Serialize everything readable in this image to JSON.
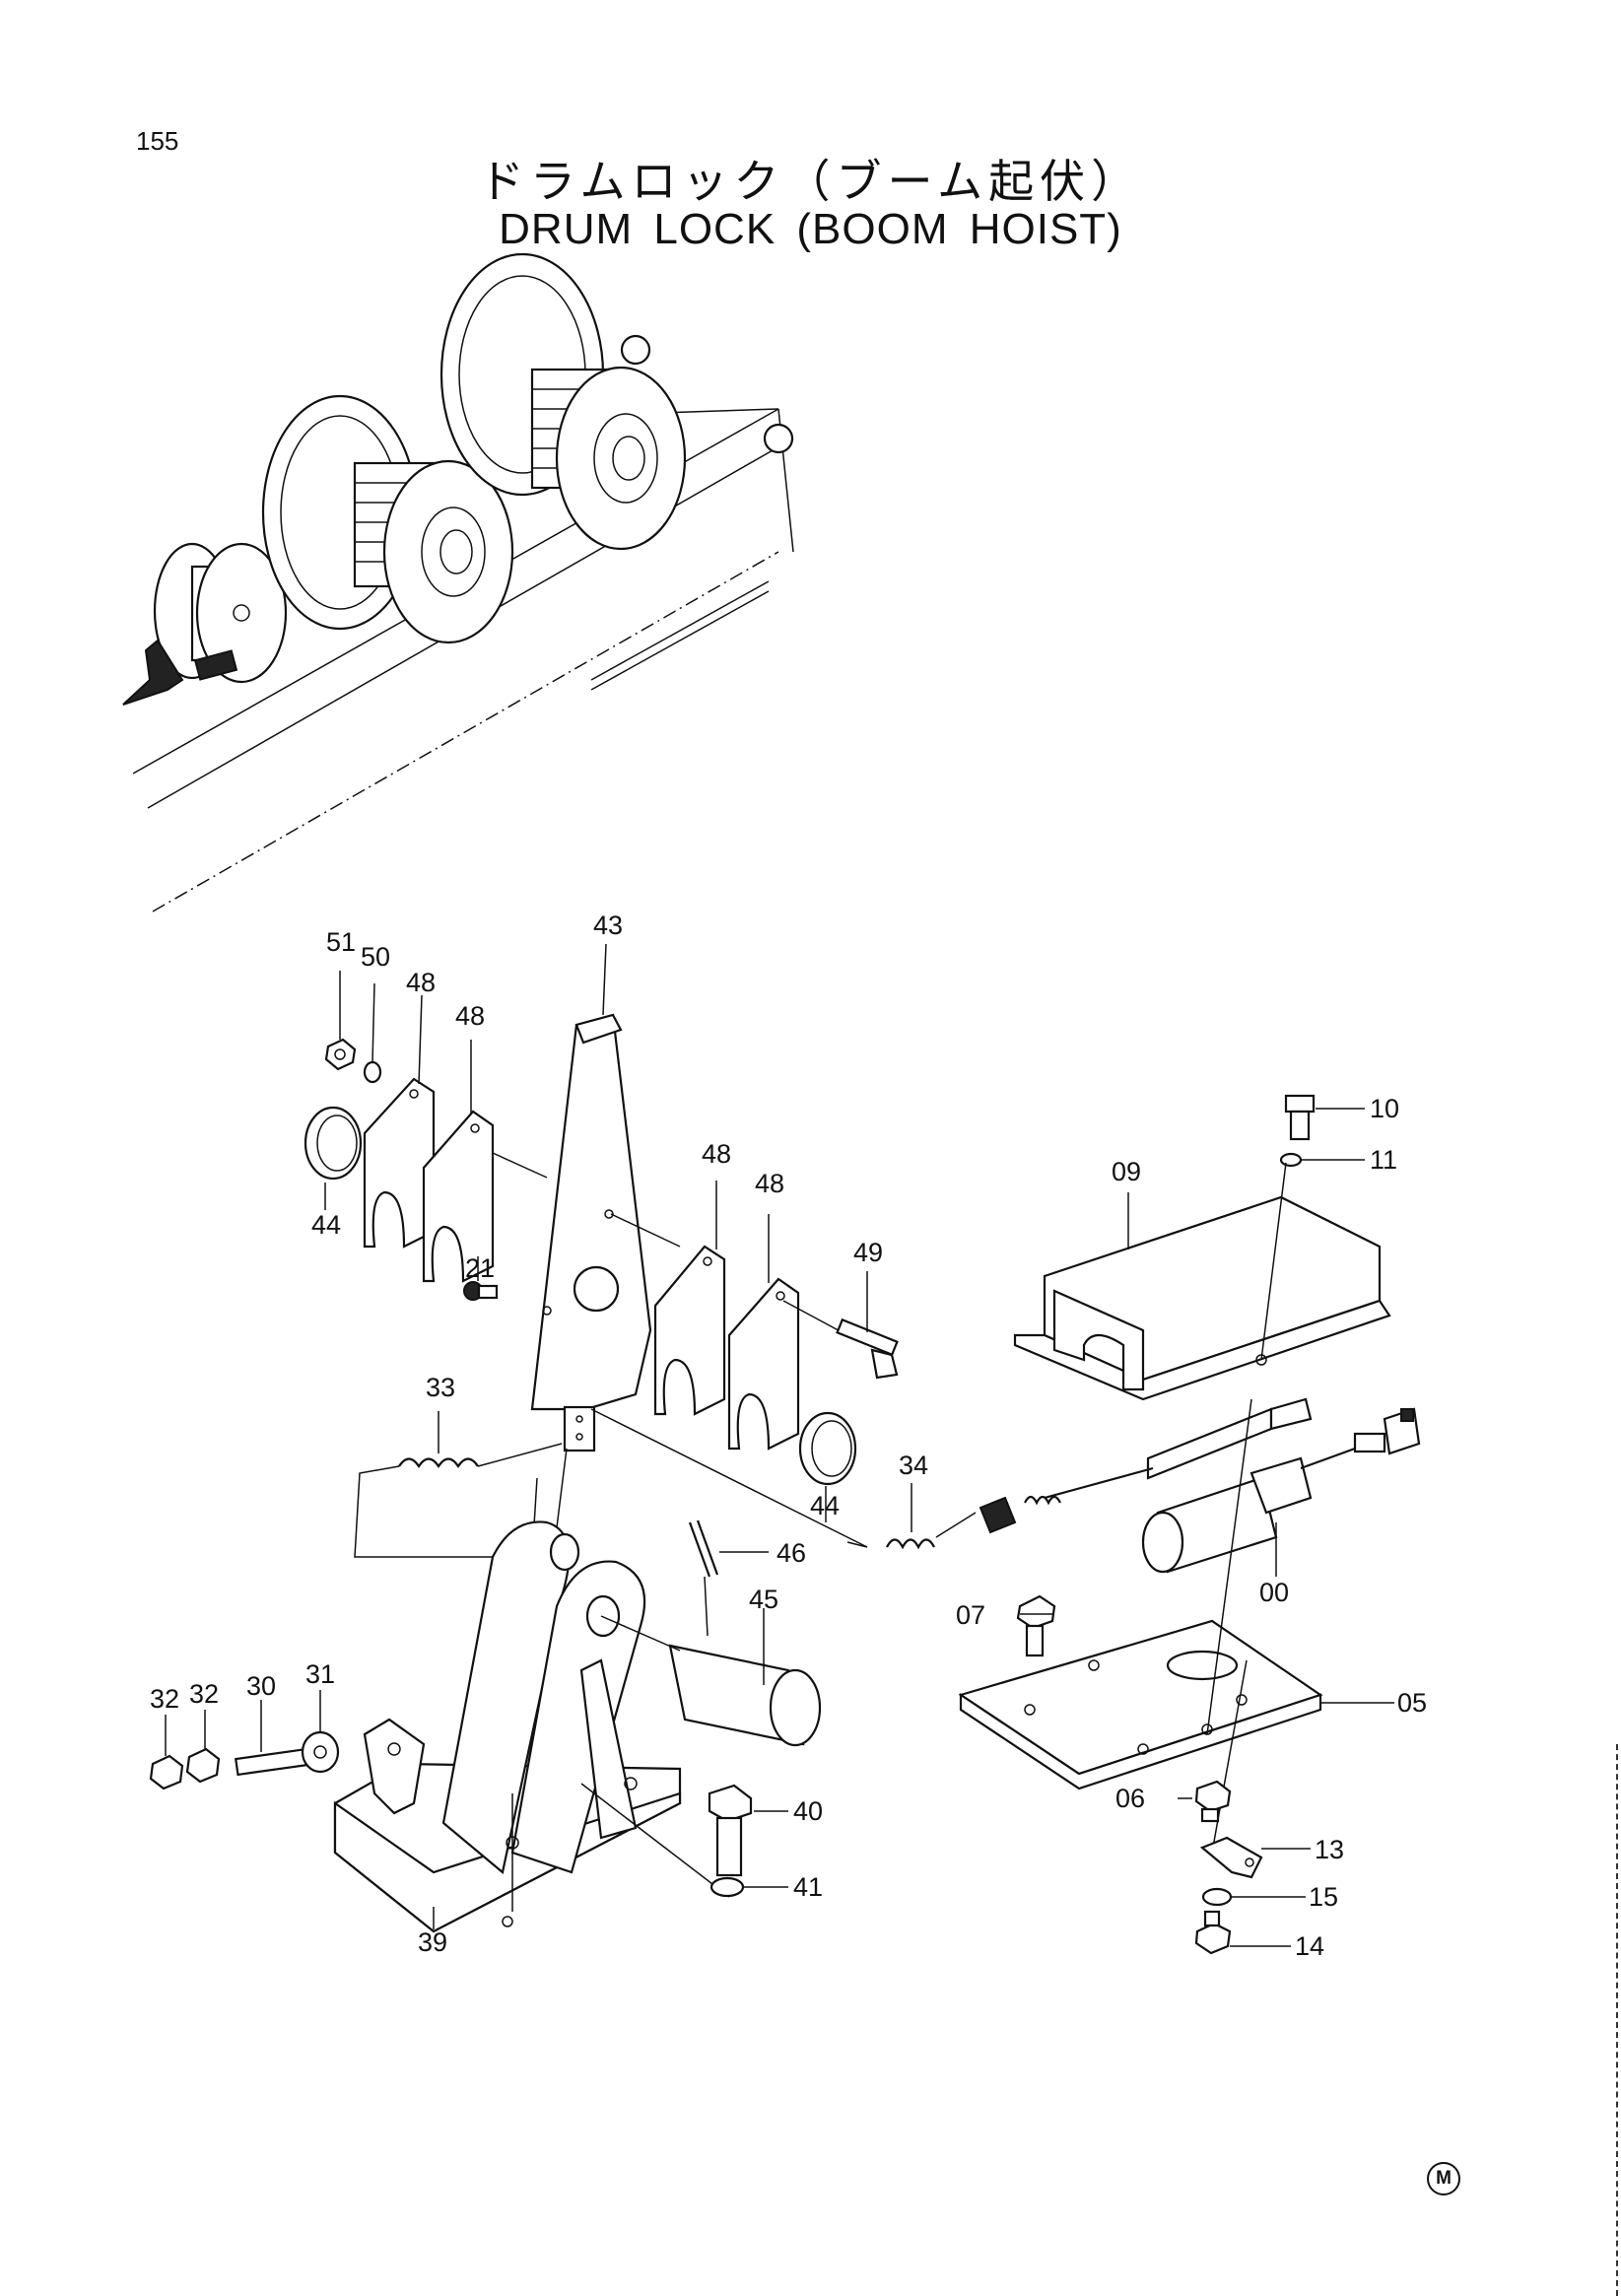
{
  "page_number": "155",
  "title_jp": "ドラムロック（ブーム起伏）",
  "title_en": "DRUM LOCK (BOOM HOIST)",
  "corner_mark": "M",
  "parts": {
    "p51": "51",
    "p50": "50",
    "p48a": "48",
    "p48b": "48",
    "p43": "43",
    "p44a": "44",
    "p21": "21",
    "p48c": "48",
    "p48d": "48",
    "p49": "49",
    "p33": "33",
    "p44b": "44",
    "p34": "34",
    "p46": "46",
    "p45": "45",
    "p10": "10",
    "p11": "11",
    "p09": "09",
    "p00": "00",
    "p07": "07",
    "p05": "05",
    "p06": "06",
    "p13": "13",
    "p15": "15",
    "p14": "14",
    "p32a": "32",
    "p32b": "32",
    "p30": "30",
    "p31": "31",
    "p40": "40",
    "p41": "41",
    "p39": "39"
  }
}
